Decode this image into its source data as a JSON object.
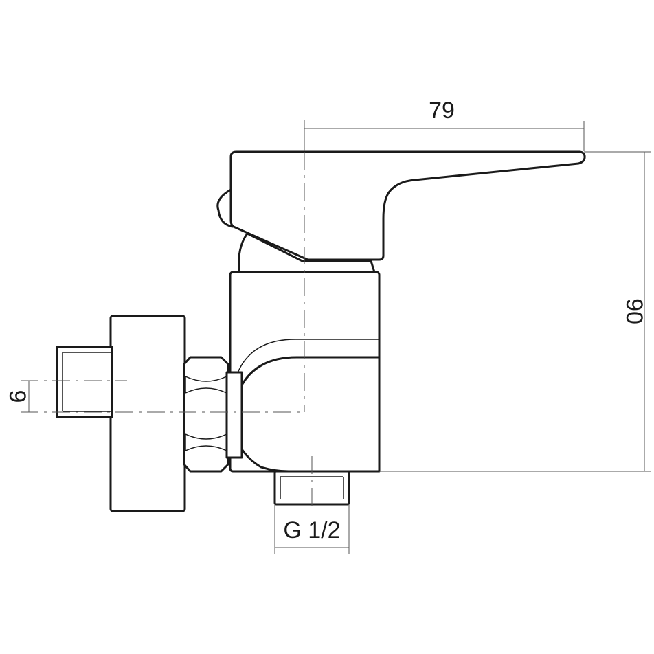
{
  "dimensions": {
    "width_top": "79",
    "height_right": "90",
    "offset_left": "9",
    "thread_bottom": "G 1/2"
  }
}
